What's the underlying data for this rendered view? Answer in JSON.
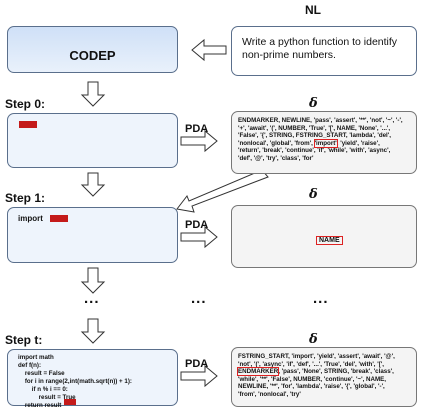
{
  "header": {
    "nl_title": "NL",
    "delta_symbol": "δ"
  },
  "codep": {
    "label": "CODEP"
  },
  "nl_prompt": {
    "text": "Write a python function to identify non-prime numbers."
  },
  "steps": [
    {
      "label": "Step 0:"
    },
    {
      "label": "Step 1:",
      "code": "import"
    },
    {
      "label": "Step t:"
    }
  ],
  "pda_label": "PDA",
  "ellipsis": "...",
  "step_t_code": [
    "import math",
    "def f(n):",
    "    result = False",
    "    for i in range(2,int(math.sqrt(n)) + 1):",
    "        if n % i == 0:",
    "            result = True",
    "    return result"
  ],
  "vocab0": {
    "pre": "ENDMARKER, NEWLINE, 'pass', 'assert', '**', 'not', '~', '-', '+', 'await', '(', NUMBER, 'True', '[', NAME, 'None', '...', 'False', '{', STRING, FSTRING_START, 'lambda', 'del', 'nonlocal', 'global', 'from',",
    "highlight": "'import'",
    "post": ", 'yield', 'raise', 'return', 'break', 'continue', 'if', 'while', 'with', 'async', 'def', '@', 'try', 'class', 'for'"
  },
  "vocab1": {
    "highlight": "NAME"
  },
  "vocabt": {
    "pre": "FSTRING_START, 'import', 'yield', 'assert', 'await', '@', 'not', '(', 'async', 'if', 'def', '...', 'True', 'del', 'with', '[',",
    "highlight": "ENDMARKER",
    "post": ", 'pass', 'None', STRING, 'break', 'class', 'while', '**', 'False', NUMBER, 'continue', '~', NAME, NEWLINE, '**', 'for', 'lambda', 'raise', '{', 'global', '-', 'from', 'nonlocal', 'try'"
  }
}
